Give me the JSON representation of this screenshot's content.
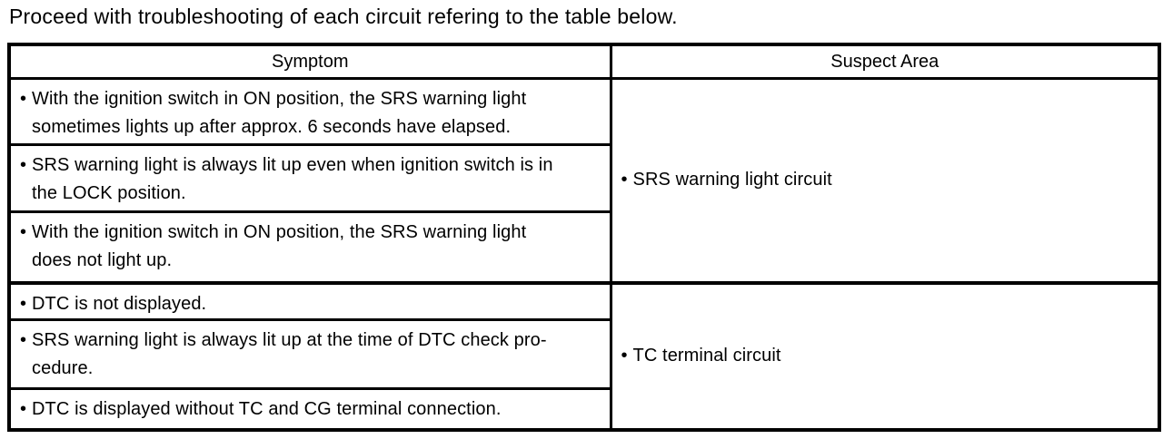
{
  "page": {
    "title": "Proceed with troubleshooting of each circuit refering to the table below."
  },
  "colors": {
    "text": "#000000",
    "border": "#000000",
    "background": "#ffffff"
  },
  "table": {
    "bullet": "•",
    "headers": {
      "symptom": "Symptom",
      "suspect_area": "Suspect Area"
    },
    "groups": [
      {
        "suspect_area": "SRS warning light circuit",
        "symptoms": [
          {
            "text": "With the ignition switch in ON position, the SRS warning light sometimes lights up after approx. 6 seconds have elapsed.",
            "lines": [
              "With the ignition switch in ON position, the SRS warning light",
              "sometimes lights up after approx. 6 seconds have elapsed."
            ]
          },
          {
            "text": "SRS warning light is always lit up even when ignition switch is in the LOCK position.",
            "lines": [
              "SRS warning light is always lit up even when ignition switch is in",
              "the LOCK position."
            ]
          },
          {
            "text": "With the ignition switch in ON position, the SRS warning light does not light up.",
            "lines": [
              "With the ignition switch in ON position, the SRS warning light",
              "does not light up."
            ]
          }
        ]
      },
      {
        "suspect_area": "TC terminal circuit",
        "symptoms": [
          {
            "text": "DTC is not displayed.",
            "lines": [
              "DTC is not displayed."
            ]
          },
          {
            "text": "SRS warning light is always lit up at the time of DTC check procedure.",
            "lines": [
              "SRS warning light is always lit up at the time of DTC check pro-",
              "cedure."
            ]
          },
          {
            "text": "DTC is displayed without TC and CG terminal connection.",
            "lines": [
              "DTC is displayed without TC and CG terminal connection."
            ]
          }
        ]
      }
    ]
  }
}
